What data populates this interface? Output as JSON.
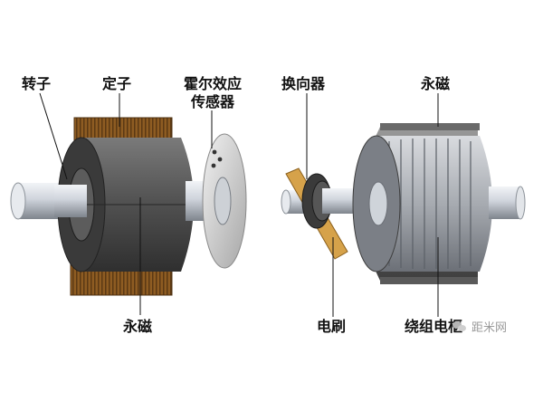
{
  "diagram": {
    "bldc": {
      "rotor_label": "转子",
      "stator_label": "定子",
      "hall_sensor_label_line1": "霍尔效应",
      "hall_sensor_label_line2": "传感器",
      "magnet_label": "永磁"
    },
    "brushed": {
      "commutator_label": "换向器",
      "magnet_label": "永磁",
      "brush_label": "电刷",
      "armature_label": "绕组电枢"
    }
  },
  "watermark": {
    "text": "距米网",
    "icon": "chat-bubbles-icon"
  },
  "colors": {
    "body_dark": "#4a4a4a",
    "copper": "#8a5a22",
    "shaft": "#c9ced6",
    "brush": "#d6a24a"
  }
}
